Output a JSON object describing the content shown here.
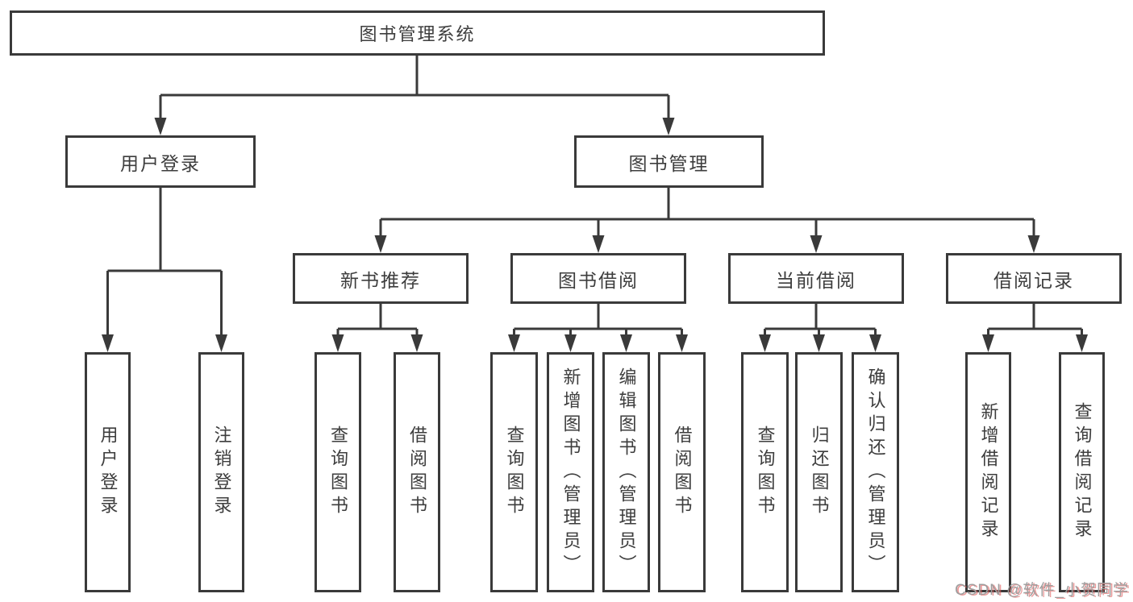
{
  "diagram": {
    "title": "图书管理系统",
    "line_color": "#3a3a3a",
    "root": {
      "label": "图书管理系统"
    },
    "branches": [
      {
        "label": "用户登录",
        "children": [
          {
            "label": "用户登录"
          },
          {
            "label": "注销登录"
          }
        ]
      },
      {
        "label": "图书管理",
        "children": [
          {
            "label": "新书推荐",
            "children": [
              {
                "label": "查询图书"
              },
              {
                "label": "借阅图书"
              }
            ]
          },
          {
            "label": "图书借阅",
            "children": [
              {
                "label": "查询图书"
              },
              {
                "label": "新增图书（管理员）"
              },
              {
                "label": "编辑图书（管理员）"
              },
              {
                "label": "借阅图书"
              }
            ]
          },
          {
            "label": "当前借阅",
            "children": [
              {
                "label": "查询图书"
              },
              {
                "label": "归还图书"
              },
              {
                "label": "确认归还（管理员）"
              }
            ]
          },
          {
            "label": "借阅记录",
            "children": [
              {
                "label": "新增借阅记录"
              },
              {
                "label": "查询借阅记录"
              }
            ]
          }
        ]
      }
    ]
  },
  "watermark": {
    "text": "CSDN @软件_小贺同学"
  }
}
